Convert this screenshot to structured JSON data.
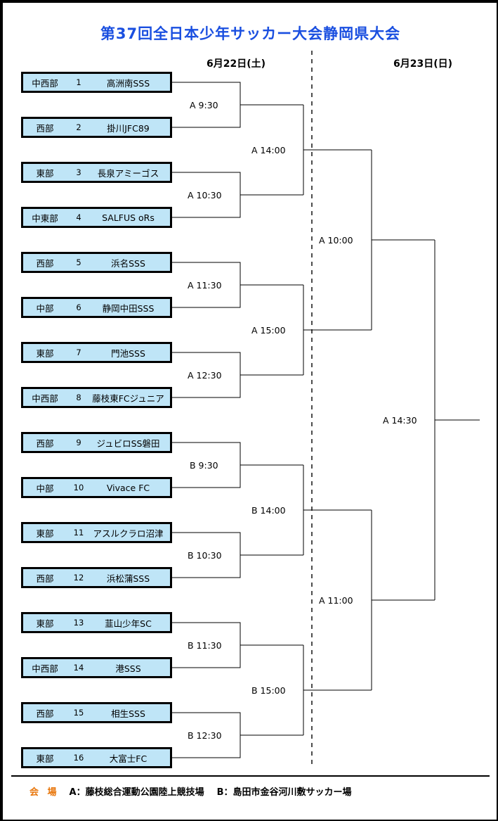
{
  "title": "第37回全日本少年サッカー大会静岡県大会",
  "title_color": "#1a4fe0",
  "dates": {
    "left": "6月22日(土)",
    "right": "6月23日(日)"
  },
  "teams": [
    {
      "region": "中西部",
      "no": "1",
      "name": "高洲南SSS"
    },
    {
      "region": "西部",
      "no": "2",
      "name": "掛川JFC89"
    },
    {
      "region": "東部",
      "no": "3",
      "name": "長泉アミーゴス"
    },
    {
      "region": "中東部",
      "no": "4",
      "name": "SALFUS oRs"
    },
    {
      "region": "西部",
      "no": "5",
      "name": "浜名SSS"
    },
    {
      "region": "中部",
      "no": "6",
      "name": "静岡中田SSS"
    },
    {
      "region": "東部",
      "no": "7",
      "name": "門池SSS"
    },
    {
      "region": "中西部",
      "no": "8",
      "name": "藤枝東FCジュニア"
    },
    {
      "region": "西部",
      "no": "9",
      "name": "ジュビロSS磐田"
    },
    {
      "region": "中部",
      "no": "10",
      "name": "Vivace FC"
    },
    {
      "region": "東部",
      "no": "11",
      "name": "アスルクラロ沼津"
    },
    {
      "region": "西部",
      "no": "12",
      "name": "浜松蒲SSS"
    },
    {
      "region": "東部",
      "no": "13",
      "name": "韮山少年SC"
    },
    {
      "region": "中西部",
      "no": "14",
      "name": "港SSS"
    },
    {
      "region": "西部",
      "no": "15",
      "name": "相生SSS"
    },
    {
      "region": "東部",
      "no": "16",
      "name": "大富士FC"
    }
  ],
  "matches": {
    "r1": [
      "A 9:30",
      "A 10:30",
      "A 11:30",
      "A 12:30",
      "B 9:30",
      "B 10:30",
      "B 11:30",
      "B 12:30"
    ],
    "r2": [
      "A 14:00",
      "A 15:00",
      "B 14:00",
      "B 15:00"
    ],
    "r3": [
      "A 10:00",
      "A 11:00"
    ],
    "final": [
      "A 14:30"
    ]
  },
  "footer": {
    "label": "会 場",
    "label_color": "#e8760b",
    "venue_a": "A：藤枝総合運動公園陸上競技場",
    "venue_b": "B：島田市金谷河川敷サッカー場"
  },
  "box_fill": "#bfe5f7"
}
